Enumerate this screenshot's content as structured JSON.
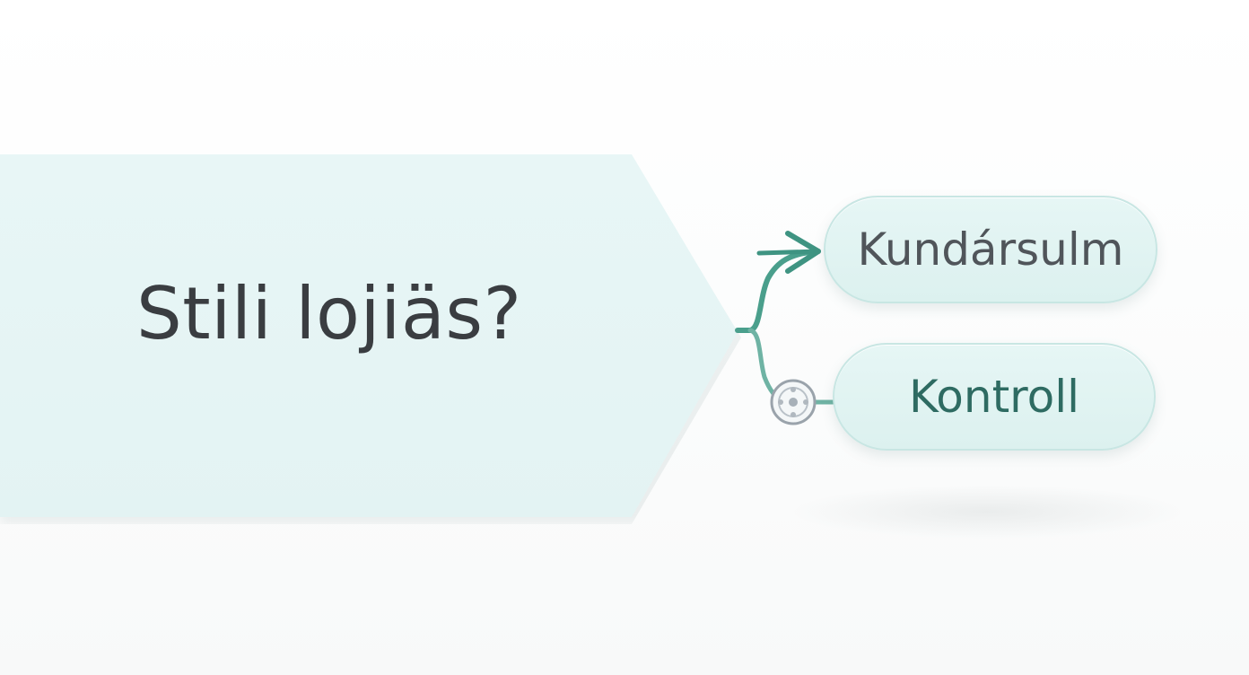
{
  "diagram": {
    "question": "Stili lojiäs?",
    "options": [
      {
        "label": "Kundársulm"
      },
      {
        "label": "Kontroll"
      }
    ]
  },
  "colors": {
    "panel": "#e4f4f4",
    "connector": "#4a9f8c",
    "question_text": "#3a3d41",
    "option_top_text": "#50555a",
    "option_bottom_text": "#2e6b62"
  },
  "icons": {
    "top_connector_end": "arrow-icon",
    "bottom_connector_end": "gear-icon"
  }
}
